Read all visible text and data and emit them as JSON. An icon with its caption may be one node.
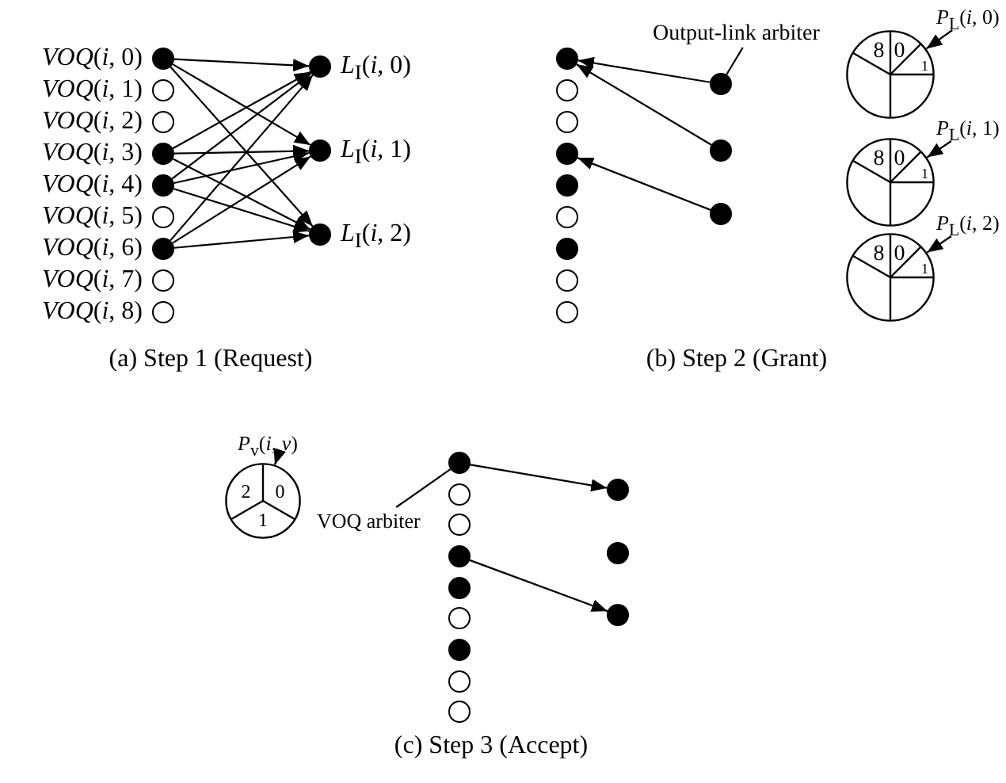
{
  "diagram": {
    "nodes": [
      {
        "text": [],
        "shape": "dot",
        "beside": [
          "*VOQ*(*i*, 0)"
        ]
      },
      {
        "text": [],
        "shape": "circle",
        "beside": [
          "*VOQ*(*i*, 1)"
        ]
      },
      {
        "text": [],
        "shape": "circle",
        "beside": [
          "*VOQ*(*i*, 2)"
        ]
      },
      {
        "text": [],
        "shape": "dot",
        "beside": [
          "*VOQ*(*i*, 3)"
        ]
      },
      {
        "text": [],
        "shape": "dot",
        "beside": [
          "*VOQ*(*i*, 4)"
        ]
      },
      {
        "text": [],
        "shape": "circle",
        "beside": [
          "*VOQ*(*i*, 5)"
        ]
      },
      {
        "text": [],
        "shape": "dot",
        "beside": [
          "*VOQ*(*i*, 6)"
        ]
      },
      {
        "text": [],
        "shape": "circle",
        "beside": [
          "*VOQ*(*i*, 7)"
        ]
      },
      {
        "text": [],
        "shape": "circle",
        "beside": [
          "*VOQ*(*i*, 8)"
        ]
      },
      {
        "text": [],
        "shape": "dot",
        "beside": [
          "*L*$_{I}$(*i*, 0)"
        ]
      },
      {
        "text": [],
        "shape": "dot",
        "beside": [
          "*L*$_{I}$(*i*, 1)"
        ]
      },
      {
        "text": [],
        "shape": "dot",
        "beside": [
          "*L*$_{I}$(*i*, 2)"
        ]
      },
      {
        "text": [],
        "shape": "dot"
      },
      {
        "text": [],
        "shape": "circle"
      },
      {
        "text": [],
        "shape": "circle"
      },
      {
        "text": [],
        "shape": "dot"
      },
      {
        "text": [],
        "shape": "dot"
      },
      {
        "text": [],
        "shape": "circle"
      },
      {
        "text": [],
        "shape": "dot"
      },
      {
        "text": [],
        "shape": "circle"
      },
      {
        "text": [],
        "shape": "circle"
      },
      {
        "text": [
          "Output-link arbiter"
        ]
      },
      {
        "text": [],
        "shape": "dot"
      },
      {
        "text": [],
        "shape": "dot"
      },
      {
        "text": [],
        "shape": "dot"
      },
      {
        "text": [
          "*P*$_{L}$(*i*, 0)"
        ]
      },
      {
        "text": [
          "8",
          "0",
          "1"
        ]
      },
      {
        "text": [
          "*P*$_{L}$(*i*, 1)"
        ]
      },
      {
        "text": [
          "8",
          "0",
          "1"
        ]
      },
      {
        "text": [
          "*P*$_{L}$(*i*, 2)"
        ]
      },
      {
        "text": [
          "8",
          "0",
          "1"
        ]
      },
      {
        "text": [
          "*P*$_{v}$(*i*, *v*)"
        ]
      },
      {
        "text": [
          "2",
          "0",
          "1"
        ]
      },
      {
        "text": [
          "VOQ arbiter"
        ]
      },
      {
        "text": [],
        "shape": "dot"
      },
      {
        "text": [],
        "shape": "circle"
      },
      {
        "text": [],
        "shape": "circle"
      },
      {
        "text": [],
        "shape": "dot"
      },
      {
        "text": [],
        "shape": "dot"
      },
      {
        "text": [],
        "shape": "circle"
      },
      {
        "text": [],
        "shape": "dot"
      },
      {
        "text": [],
        "shape": "circle"
      },
      {
        "text": [],
        "shape": "circle"
      },
      {
        "text": [],
        "shape": "dot"
      },
      {
        "text": [],
        "shape": "dot"
      },
      {
        "text": [],
        "shape": "dot"
      }
    ],
    "edges": [
      {
        "from": 0,
        "to": 9,
        "arrow": "to"
      },
      {
        "from": 0,
        "to": 10,
        "arrow": "to"
      },
      {
        "from": 0,
        "to": 11,
        "arrow": "to"
      },
      {
        "from": 3,
        "to": 9,
        "arrow": "to"
      },
      {
        "from": 3,
        "to": 10,
        "arrow": "to"
      },
      {
        "from": 3,
        "to": 11,
        "arrow": "to"
      },
      {
        "from": 4,
        "to": 9,
        "arrow": "to"
      },
      {
        "from": 4,
        "to": 10,
        "arrow": "to"
      },
      {
        "from": 4,
        "to": 11,
        "arrow": "to"
      },
      {
        "from": 6,
        "to": 9,
        "arrow": "to"
      },
      {
        "from": 6,
        "to": 10,
        "arrow": "to"
      },
      {
        "from": 6,
        "to": 11,
        "arrow": "to"
      },
      {
        "from": 22,
        "to": 12,
        "arrow": "to"
      },
      {
        "from": 23,
        "to": 12,
        "arrow": "to"
      },
      {
        "from": 24,
        "to": 15,
        "arrow": "to"
      },
      {
        "from": 21,
        "to": 22,
        "arrow": "none"
      },
      {
        "from": 25,
        "to": 26,
        "arrow": "to"
      },
      {
        "from": 27,
        "to": 28,
        "arrow": "to"
      },
      {
        "from": 29,
        "to": 30,
        "arrow": "to"
      },
      {
        "from": 31,
        "to": 32,
        "arrow": "to"
      },
      {
        "from": 33,
        "to": 34,
        "arrow": "none"
      },
      {
        "from": 34,
        "to": 43,
        "arrow": "to"
      },
      {
        "from": 37,
        "to": 45,
        "arrow": "to"
      }
    ],
    "labels": [
      "(a) Step 1 (Request)",
      "(b) Step 2 (Grant)",
      "(c) Step 3 (Accept)"
    ]
  }
}
